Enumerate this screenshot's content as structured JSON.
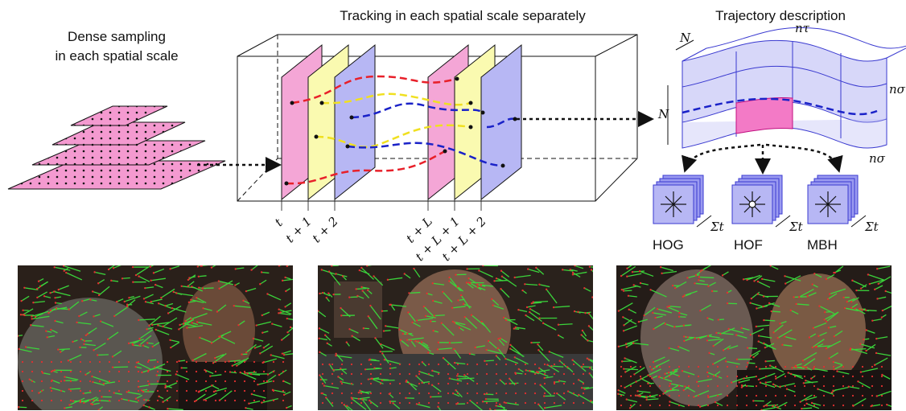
{
  "titles": {
    "dense_sampling_line1": "Dense sampling",
    "dense_sampling_line2": "in each spatial scale",
    "tracking": "Tracking in each spatial scale separately",
    "trajectory": "Trajectory description"
  },
  "time_labels": [
    "t",
    "t + 1",
    "t + 2",
    "t + L",
    "t + L + 1",
    "t + L + 2"
  ],
  "descriptor_labels": {
    "N_top": "N",
    "N_side": "N",
    "n_tau": "nτ",
    "n_sigma_right": "nσ",
    "n_sigma_bottom": "nσ",
    "sum_t": "Σt"
  },
  "descriptors": [
    "HOG",
    "HOF",
    "MBH"
  ],
  "colors": {
    "pyramid_fill": "#f49ad0",
    "frame_pink": "#f4a6d6",
    "frame_yellow": "#fafab0",
    "frame_blue": "#b7b7f4",
    "traj_red": "#e8202a",
    "traj_yellow": "#f0e020",
    "traj_blue": "#1a22c8",
    "desc_blue": "#9a9af0",
    "desc_pink": "#f37ac6",
    "track_green": "#3bd43b",
    "point_red": "#e23030"
  }
}
